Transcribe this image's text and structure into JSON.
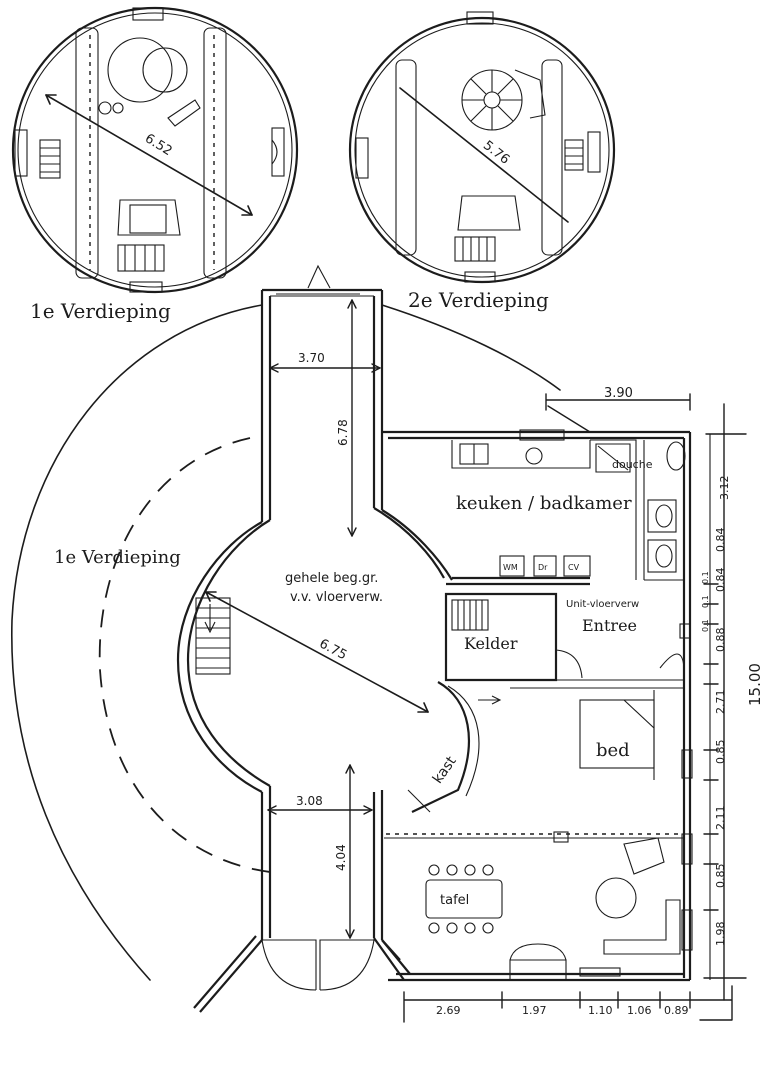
{
  "floors": {
    "first_floor_title": "1e Verdieping",
    "second_floor_title": "2e Verdieping",
    "first_floor_diameter": "6.52",
    "second_floor_diameter": "5.76"
  },
  "ground_floor": {
    "first_floor_outline_label": "1e Verdieping",
    "round_room_note_line1": "gehele beg.gr.",
    "round_room_note_line2": "v.v. vloerverw.",
    "round_room_diameter": "6.75",
    "rooms": {
      "kitchen_bath": "keuken / badkamer",
      "shower": "douche",
      "basement": "Kelder",
      "entrance": "Entree",
      "entrance_note": "Unit-vloerverw",
      "bed": "bed",
      "closet": "kast",
      "table": "tafel"
    },
    "appliances": {
      "wm": "WM",
      "dr": "Dr",
      "cv": "CV"
    }
  },
  "dimensions": {
    "top_corridor_width": "3.70",
    "top_corridor_length": "6.78",
    "bottom_corridor_width": "3.08",
    "bottom_corridor_length": "4.04",
    "east_wing_width": "3.90",
    "overall_length": "15.00",
    "right_side": [
      "3.12",
      "0.84",
      "0.84",
      "0.88",
      "2.71",
      "0.85",
      "2.11",
      "0.85",
      "1.98"
    ],
    "small_side_marks": [
      "0.1",
      "0.1",
      "0.1"
    ],
    "bottom_side": [
      "2.69",
      "1.97",
      "1.10",
      "1.06",
      "0.89"
    ]
  }
}
